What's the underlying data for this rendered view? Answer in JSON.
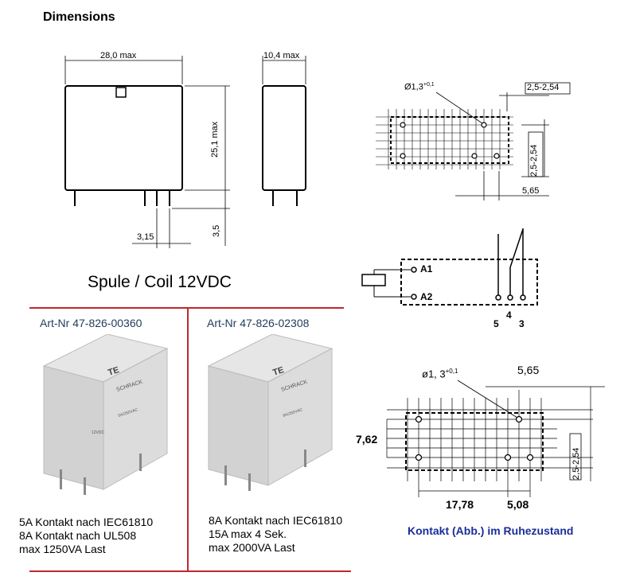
{
  "header": {
    "title": "Dimensions"
  },
  "side_view": {
    "width": "28,0 max",
    "height": "25,1 max",
    "pin_length": "3,5",
    "pin_offset": "3,15"
  },
  "end_view": {
    "width": "10,4 max"
  },
  "pcb_top": {
    "hole": "Ø1,3",
    "hole_tol": "+0,1",
    "pitch": "2,5-2,54",
    "pitch_v": "2,5-2,54",
    "offset": "5,65"
  },
  "schematic": {
    "a1": "A1",
    "a2": "A2",
    "pin5": "5",
    "pin4": "4",
    "pin3": "3"
  },
  "coil": {
    "title": "Spule / Coil 12VDC"
  },
  "products": [
    {
      "art_nr": "Art-Nr 47-826-00360",
      "label_brand": "SCHRACK",
      "label_voltage": "12VDC",
      "label_rating": "5A/250VAC",
      "specs": [
        "5A Kontakt nach IEC61810",
        "8A Kontakt nach UL508",
        "max 1250VA Last"
      ]
    },
    {
      "art_nr": "Art-Nr 47-826-02308",
      "label_brand": "SCHRACK",
      "label_voltage": "",
      "label_rating": "8A/250VAC",
      "specs": [
        "8A Kontakt nach IEC61810",
        "15A max 4 Sek.",
        "max 2000VA Last"
      ]
    }
  ],
  "pcb_bottom": {
    "hole": "ø1, 3",
    "hole_tol": "+0,1",
    "top_dim": "5,65",
    "left_dim": "7,62",
    "right_dim": "2,5-2,54",
    "dim_a": "17,78",
    "dim_b": "5,08"
  },
  "footer": {
    "kontakt_note": "Kontakt (Abb.) im Ruhezustand"
  },
  "colors": {
    "divider": "#c0272d",
    "artnr": "#1f3a5a",
    "note": "#1a2e9a"
  }
}
